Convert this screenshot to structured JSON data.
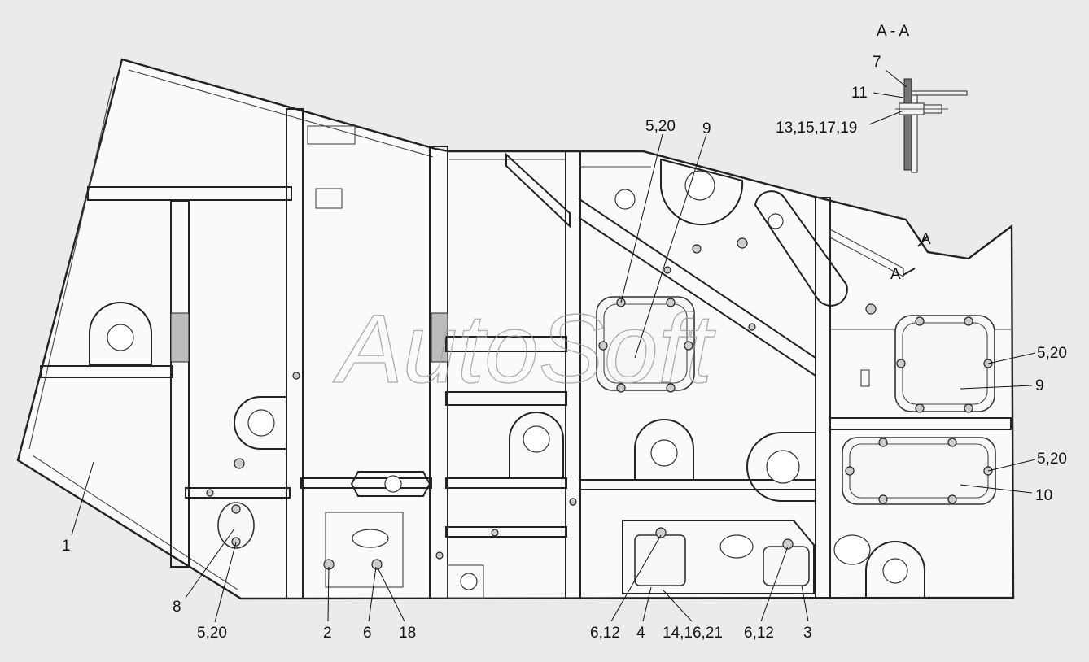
{
  "section_title": "A - A",
  "watermark": "AutoSoft",
  "callouts": {
    "c1": "1",
    "c2": "2",
    "c3": "3",
    "c4": "4",
    "c6": "6",
    "c7": "7",
    "c8": "8",
    "c9_top": "9",
    "c9_right": "9",
    "c10": "10",
    "c11": "11",
    "c18": "18",
    "c5_20_top": "5,20",
    "c5_20_right_a": "5,20",
    "c5_20_right_b": "5,20",
    "c5_20_bottom": "5,20",
    "c6_12_left": "6,12",
    "c6_12_right": "6,12",
    "c13_15_17_19": "13,15,17,19",
    "c14_16_21": "14,16,21",
    "section_mark_a1": "A",
    "section_mark_a2": "A"
  }
}
